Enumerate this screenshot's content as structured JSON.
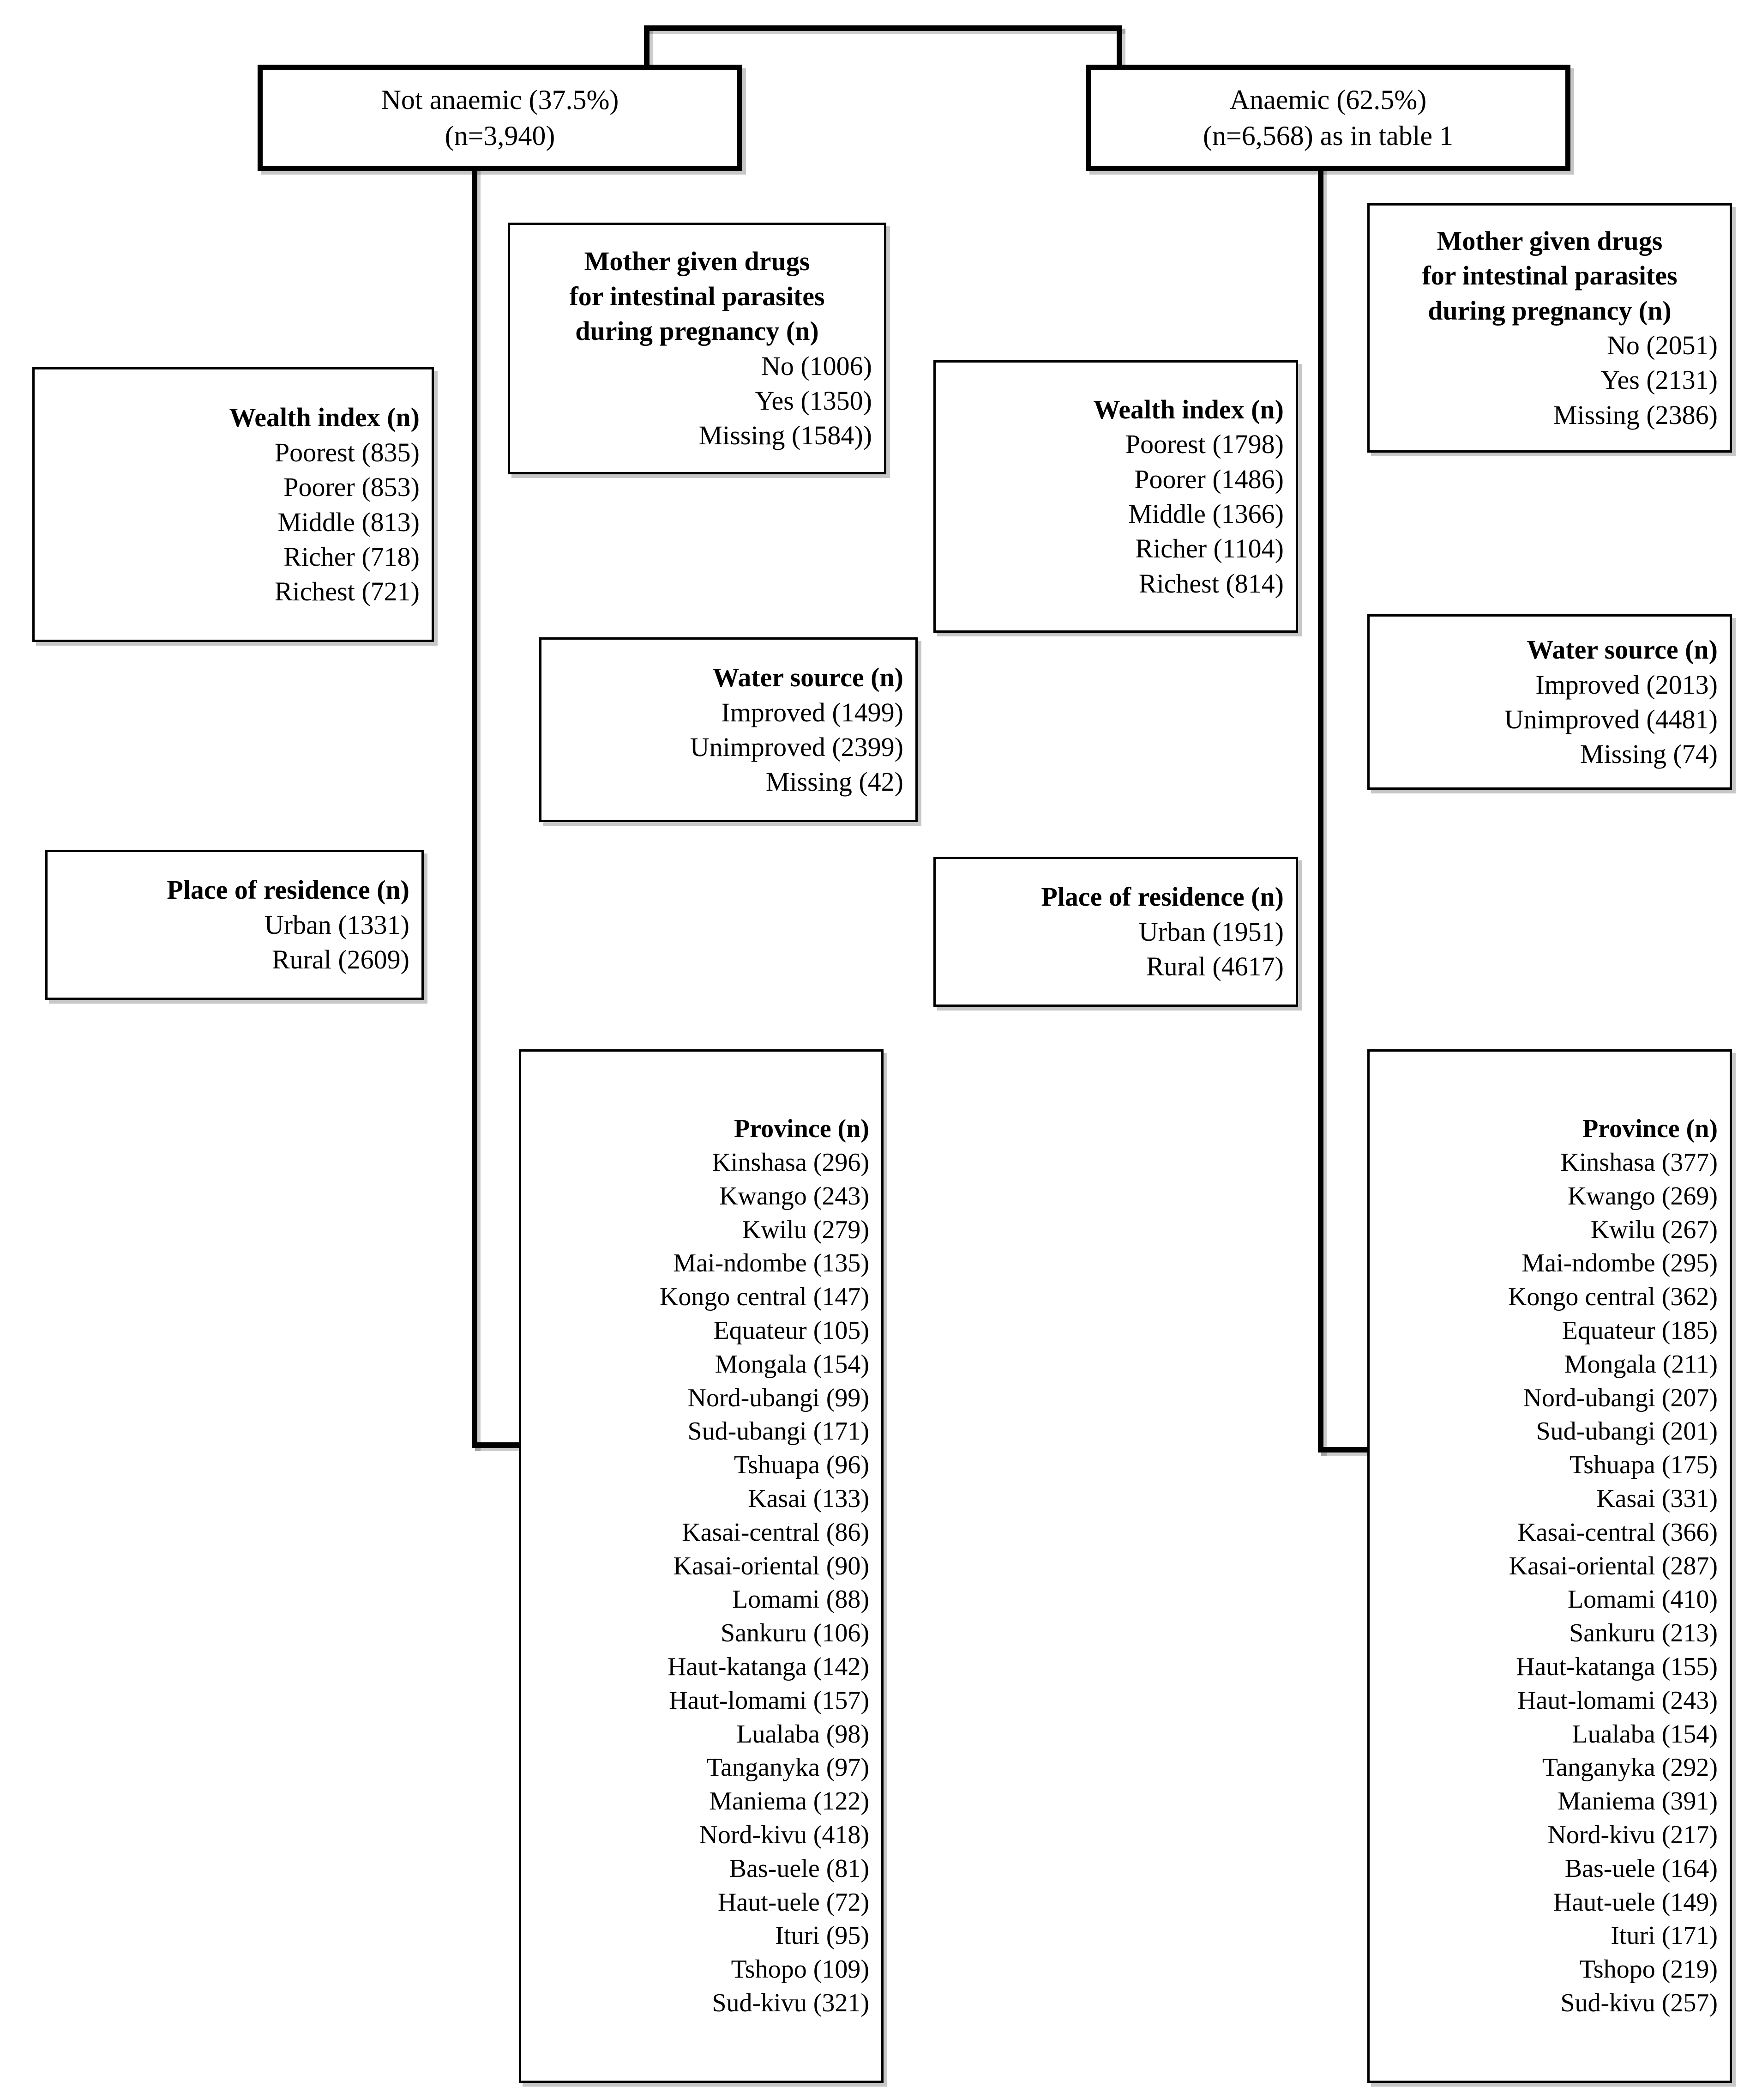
{
  "diagram": {
    "title_top_left": "Not anaemic (37.5%)",
    "title_top_left_n": "(n=3,940)",
    "title_top_right": "Anaemic (62.5%)",
    "title_top_right_n": "(n=6,568) as in table 1"
  },
  "not_anaemic": {
    "wealth_index": {
      "title": "Wealth index (n)",
      "items": [
        "Poorest (835)",
        "Poorer (853)",
        "Middle (813)",
        "Richer (718)",
        "Richest (721)"
      ]
    },
    "mother_drugs": {
      "title_l1": "Mother given drugs",
      "title_l2": "for intestinal parasites",
      "title_l3": "during pregnancy (n)",
      "items": [
        "No (1006)",
        "Yes (1350)",
        "Missing (1584))"
      ]
    },
    "water_source": {
      "title": "Water source (n)",
      "items": [
        "Improved (1499)",
        "Unimproved (2399)",
        "Missing (42)"
      ]
    },
    "place_of_residence": {
      "title": "Place of residence (n)",
      "items": [
        "Urban (1331)",
        "Rural (2609)"
      ]
    },
    "province": {
      "title": "Province (n)",
      "items": [
        "Kinshasa (296)",
        "Kwango (243)",
        "Kwilu (279)",
        "Mai-ndombe (135)",
        "Kongo central (147)",
        "Equateur (105)",
        "Mongala (154)",
        "Nord-ubangi (99)",
        "Sud-ubangi (171)",
        "Tshuapa (96)",
        "Kasai (133)",
        "Kasai-central (86)",
        "Kasai-oriental (90)",
        "Lomami (88)",
        "Sankuru (106)",
        "Haut-katanga (142)",
        "Haut-lomami (157)",
        "Lualaba (98)",
        "Tanganyka (97)",
        "Maniema (122)",
        "Nord-kivu (418)",
        "Bas-uele (81)",
        "Haut-uele (72)",
        "Ituri (95)",
        "Tshopo (109)",
        "Sud-kivu (321)"
      ]
    }
  },
  "anaemic": {
    "wealth_index": {
      "title": "Wealth index (n)",
      "items": [
        "Poorest (1798)",
        "Poorer (1486)",
        "Middle (1366)",
        "Richer (1104)",
        "Richest (814)"
      ]
    },
    "mother_drugs": {
      "title_l1": "Mother given drugs",
      "title_l2": "for intestinal parasites",
      "title_l3": "during pregnancy (n)",
      "items": [
        "No (2051)",
        "Yes (2131)",
        "Missing (2386)"
      ]
    },
    "water_source": {
      "title": "Water source (n)",
      "items": [
        "Improved (2013)",
        "Unimproved (4481)",
        "Missing (74)"
      ]
    },
    "place_of_residence": {
      "title": "Place of residence (n)",
      "items": [
        "Urban (1951)",
        "Rural (4617)"
      ]
    },
    "province": {
      "title": "Province (n)",
      "items": [
        "Kinshasa (377)",
        "Kwango (269)",
        "Kwilu (267)",
        "Mai-ndombe (295)",
        "Kongo central (362)",
        "Equateur (185)",
        "Mongala (211)",
        "Nord-ubangi (207)",
        "Sud-ubangi (201)",
        "Tshuapa (175)",
        "Kasai (331)",
        "Kasai-central (366)",
        "Kasai-oriental (287)",
        "Lomami (410)",
        "Sankuru (213)",
        "Haut-katanga (155)",
        "Haut-lomami (243)",
        "Lualaba (154)",
        "Tanganyka (292)",
        "Maniema (391)",
        "Nord-kivu (217)",
        "Bas-uele (164)",
        "Haut-uele (149)",
        "Ituri (171)",
        "Tshopo (219)",
        "Sud-kivu (257)"
      ]
    }
  },
  "colors": {
    "line": "#000000",
    "background": "#ffffff",
    "text": "#000000"
  }
}
